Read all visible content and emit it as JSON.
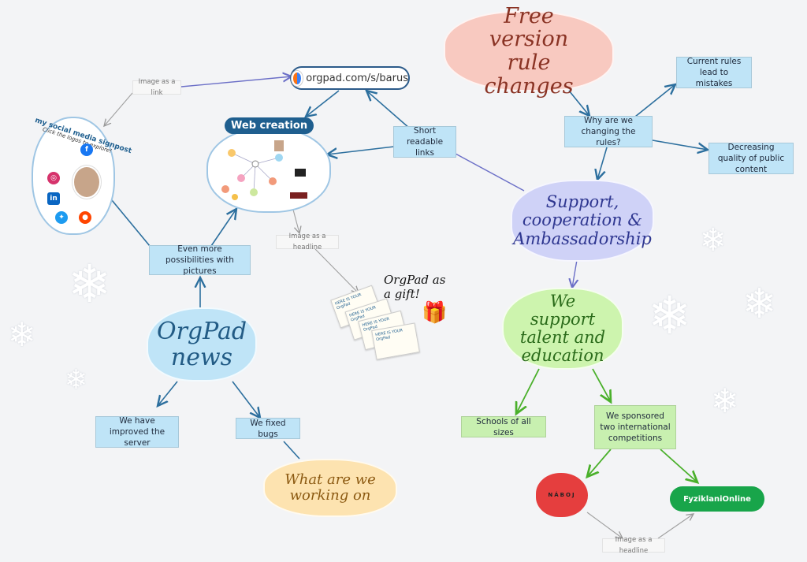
{
  "nodes": {
    "free_version": "Free version rule changes",
    "current_rules": "Current rules lead to mistakes",
    "why_change": "Why are we changing the rules?",
    "decreasing": "Decreasing quality of public content",
    "support": "Support, cooperation & Ambassadorship",
    "we_support": "We support talent and education",
    "schools": "Schools of all sizes",
    "sponsored": "We sponsored two international competitions",
    "short_links": "Short readable links",
    "orgpad_link": "orgpad.com/s/barus",
    "image_link": "Image as a link",
    "web_creation": "Web creation",
    "social_title": "my social media signpost",
    "social_note": "Click the logos to explore!",
    "image_headline_1": "Image as a headline",
    "even_more": "Even more possibilities with pictures",
    "orgpad_news": "OrgPad news",
    "improved_server": "We have improved the server",
    "fixed_bugs": "We fixed bugs",
    "working_on": "What are we working on",
    "gift": "OrgPad as a gift!",
    "image_headline_2": "Image as a headline",
    "naboj": "NÁBOJ",
    "fyziklani": "FyziklaniOnline"
  },
  "icons": [
    "facebook-icon",
    "instagram-icon",
    "linkedin-icon",
    "twitter-icon",
    "reddit-icon",
    "gift-icon",
    "snowflake-icon"
  ],
  "colors": {
    "blue_line": "#2c6f9e",
    "green_line": "#4ab02b",
    "purple_line": "#6b6fc7",
    "grey_line": "#a0a0a0"
  }
}
